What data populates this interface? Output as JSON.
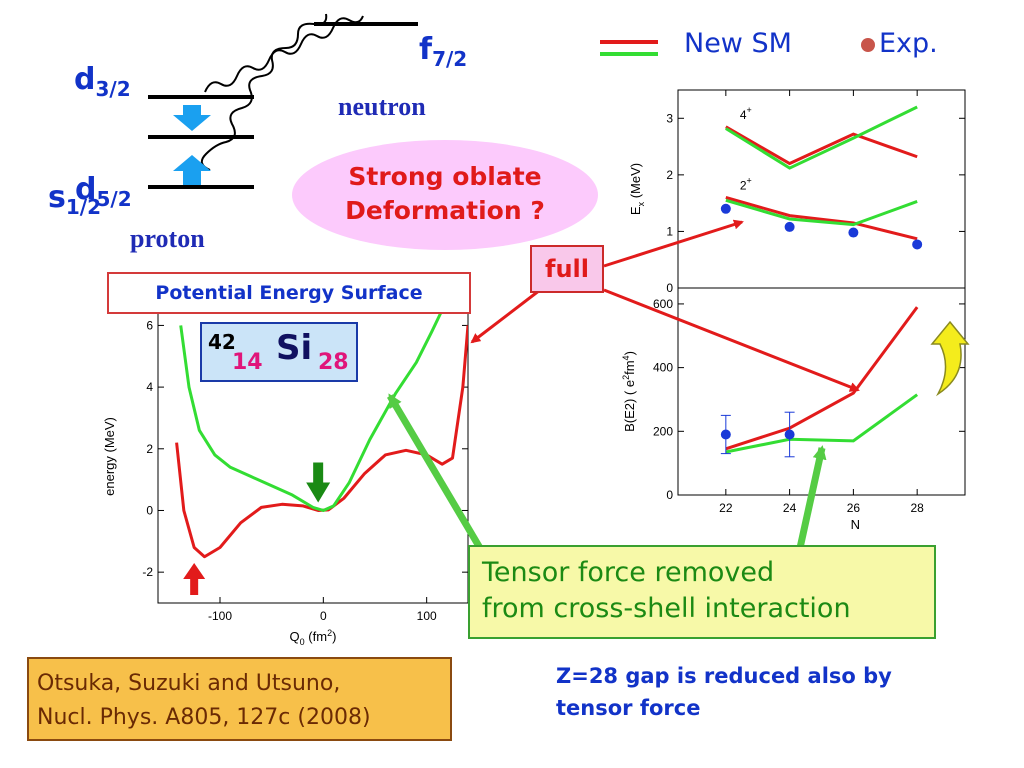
{
  "levels": {
    "f72": "f7/2",
    "f72_main": "f",
    "f72_sub": "7/2",
    "d32_main": "d",
    "d32_sub": "3/2",
    "s12_main": "s",
    "s12_sub": "1/2",
    "d52_main": "d",
    "d52_sub": "5/2",
    "neutron": "neutron",
    "proton": "proton"
  },
  "legend": {
    "new_sm": "New SM",
    "exp": "Exp.",
    "red": "#e21b1b",
    "green": "#33dd33",
    "dot": "#c8554a"
  },
  "oval": {
    "line1": "Strong oblate",
    "line2": "Deformation ?"
  },
  "pes_title": "Potential Energy Surface",
  "nucleus": {
    "mass": "42",
    "z": "14",
    "symbol": "Si",
    "n": "28"
  },
  "full_label": "full",
  "tensor": {
    "line1": "Tensor force removed",
    "line2": "from cross-shell interaction"
  },
  "reference": {
    "line1": "Otsuka, Suzuki and Utsuno,",
    "line2": "Nucl. Phys. A805, 127c (2008)"
  },
  "z28": {
    "line1": "Z=28 gap is reduced also by",
    "line2": "tensor force"
  },
  "chart_data": [
    {
      "type": "line",
      "name": "potential-energy-surface",
      "xlabel": "Q0 (fm2)",
      "ylabel": "energy (MeV)",
      "xlim": [
        -160,
        140
      ],
      "ylim": [
        -3,
        6.5
      ],
      "xticks": [
        -100,
        0,
        100
      ],
      "yticks": [
        -2,
        0,
        2,
        4,
        6
      ],
      "series": [
        {
          "color": "#e21b1b",
          "x": [
            -142,
            -135,
            -125,
            -115,
            -100,
            -80,
            -60,
            -40,
            -20,
            -5,
            5,
            20,
            40,
            60,
            80,
            100,
            115,
            125,
            135,
            140
          ],
          "y": [
            2.2,
            0.0,
            -1.2,
            -1.5,
            -1.2,
            -0.4,
            0.1,
            0.2,
            0.15,
            0.0,
            0.02,
            0.4,
            1.2,
            1.8,
            1.95,
            1.8,
            1.5,
            1.7,
            4.0,
            6.0
          ]
        },
        {
          "color": "#33dd33",
          "x": [
            -138,
            -130,
            -120,
            -105,
            -90,
            -70,
            -50,
            -30,
            -10,
            0,
            10,
            25,
            45,
            70,
            90,
            105,
            115
          ],
          "y": [
            6.0,
            4.0,
            2.6,
            1.8,
            1.4,
            1.1,
            0.8,
            0.5,
            0.1,
            0.0,
            0.15,
            0.9,
            2.3,
            3.8,
            4.8,
            5.8,
            6.5
          ]
        }
      ],
      "markers": [
        {
          "color": "#e21b1b",
          "x": -125,
          "direction": "up"
        },
        {
          "color": "#1a8a14",
          "x": -5,
          "direction": "down"
        }
      ]
    },
    {
      "type": "line",
      "name": "excitation-energy",
      "ylabel": "Ex (MeV)",
      "xlim": [
        20.5,
        29.5
      ],
      "ylim": [
        0,
        3.5
      ],
      "yticks": [
        0,
        1,
        2,
        3
      ],
      "level_labels": [
        "4+",
        "2+"
      ],
      "series": [
        {
          "color": "#e21b1b",
          "x": [
            22,
            24,
            26,
            28
          ],
          "y": [
            2.85,
            2.2,
            2.72,
            2.32
          ]
        },
        {
          "color": "#33dd33",
          "x": [
            22,
            24,
            26,
            28
          ],
          "y": [
            2.82,
            2.12,
            2.65,
            3.2
          ]
        },
        {
          "color": "#e21b1b",
          "x": [
            22,
            24,
            26,
            28
          ],
          "y": [
            1.6,
            1.28,
            1.15,
            0.87
          ]
        },
        {
          "color": "#33dd33",
          "x": [
            22,
            24,
            26,
            28
          ],
          "y": [
            1.55,
            1.22,
            1.12,
            1.53
          ]
        }
      ],
      "points": {
        "color": "#1a3ad8",
        "x": [
          22,
          24,
          26,
          28
        ],
        "y": [
          1.4,
          1.08,
          0.98,
          0.77
        ]
      }
    },
    {
      "type": "line",
      "name": "be2",
      "xlabel": "N",
      "ylabel": "B(E2) ( e2fm4)",
      "xlim": [
        20.5,
        29.5
      ],
      "ylim": [
        0,
        650
      ],
      "xticks": [
        22,
        24,
        26,
        28
      ],
      "yticks": [
        0,
        200,
        400,
        600
      ],
      "series": [
        {
          "color": "#e21b1b",
          "x": [
            22,
            24,
            26,
            28
          ],
          "y": [
            145,
            210,
            320,
            590
          ]
        },
        {
          "color": "#33dd33",
          "x": [
            22,
            24,
            26,
            28
          ],
          "y": [
            135,
            175,
            170,
            315
          ]
        }
      ],
      "points": {
        "color": "#1a3ad8",
        "x": [
          22,
          24
        ],
        "y": [
          190,
          190
        ],
        "err": [
          60,
          70
        ]
      }
    }
  ]
}
